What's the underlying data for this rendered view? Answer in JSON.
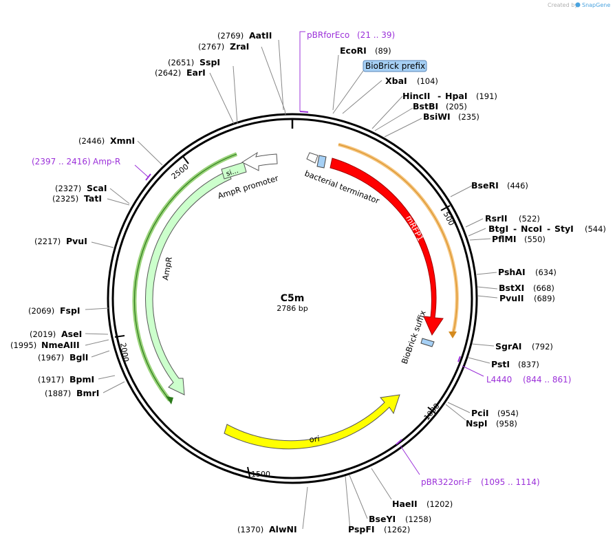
{
  "credit": {
    "created_by": "Created by",
    "brand": "SnapGene"
  },
  "plasmid": {
    "name": "C5m",
    "size_label": "2786 bp",
    "length_bp": 2786
  },
  "ticks": [
    "500",
    "1000",
    "1500",
    "2000",
    "2500"
  ],
  "features": [
    {
      "id": "mrfp1",
      "label": "mRFP1",
      "color": "#ff0000"
    },
    {
      "id": "ori",
      "label": "ori",
      "color": "#ffff00"
    },
    {
      "id": "ampr",
      "label": "AmpR",
      "color": "#ccffcc"
    },
    {
      "id": "ampr-promoter",
      "label": "AmpR promoter",
      "color": "#ffffff"
    },
    {
      "id": "sig",
      "label": "si…",
      "color": "#ccffcc"
    },
    {
      "id": "bacterial-terminator",
      "label": "bacterial terminator",
      "color": "#ffffff"
    },
    {
      "id": "biobrick-suffix",
      "label": "BioBrick suffix",
      "color": "#a6d0f5"
    },
    {
      "id": "biobrick-prefix",
      "label": "BioBrick prefix",
      "color": "#a6d0f5"
    }
  ],
  "primers": [
    {
      "name": "pBRforEco",
      "range": "(21 .. 39)"
    },
    {
      "name": "Amp-R",
      "range": "(2397 .. 2416)"
    },
    {
      "name": "L4440",
      "range": "(844 .. 861)"
    },
    {
      "name": "pBR322ori-F",
      "range": "(1095 .. 1114)"
    }
  ],
  "enzymes": [
    {
      "name": "AatII",
      "pos": "(2769)"
    },
    {
      "name": "ZraI",
      "pos": "(2767)"
    },
    {
      "name": "SspI",
      "pos": "(2651)"
    },
    {
      "name": "EarI",
      "pos": "(2642)"
    },
    {
      "name": "XmnI",
      "pos": "(2446)"
    },
    {
      "name": "ScaI",
      "pos": "(2327)"
    },
    {
      "name": "TatI",
      "pos": "(2325)"
    },
    {
      "name": "PvuI",
      "pos": "(2217)"
    },
    {
      "name": "FspI",
      "pos": "(2069)"
    },
    {
      "name": "AseI",
      "pos": "(2019)"
    },
    {
      "name": "NmeAIII",
      "pos": "(1995)"
    },
    {
      "name": "BglI",
      "pos": "(1967)"
    },
    {
      "name": "BpmI",
      "pos": "(1917)"
    },
    {
      "name": "BmrI",
      "pos": "(1887)"
    },
    {
      "name": "AlwNI",
      "pos": "(1370)"
    },
    {
      "name": "EcoRI",
      "pos": "(89)"
    },
    {
      "name": "XbaI",
      "pos": "(104)"
    },
    {
      "name": "HincII",
      "name2": "HpaI",
      "pos": "(191)"
    },
    {
      "name": "BstBI",
      "pos": "(205)"
    },
    {
      "name": "BsiWI",
      "pos": "(235)"
    },
    {
      "name": "BseRI",
      "pos": "(446)"
    },
    {
      "name": "RsrII",
      "pos": "(522)"
    },
    {
      "name": "BtgI",
      "name2": "NcoI",
      "name3": "StyI",
      "pos": "(544)"
    },
    {
      "name": "PflMI",
      "pos": "(550)"
    },
    {
      "name": "PshAI",
      "pos": "(634)"
    },
    {
      "name": "BstXI",
      "pos": "(668)"
    },
    {
      "name": "PvuII",
      "pos": "(689)"
    },
    {
      "name": "SgrAI",
      "pos": "(792)"
    },
    {
      "name": "PstI",
      "pos": "(837)"
    },
    {
      "name": "PciI",
      "pos": "(954)"
    },
    {
      "name": "NspI",
      "pos": "(958)"
    },
    {
      "name": "HaeII",
      "pos": "(1202)"
    },
    {
      "name": "BseYI",
      "pos": "(1258)"
    },
    {
      "name": "PspFI",
      "pos": "(1262)"
    }
  ]
}
